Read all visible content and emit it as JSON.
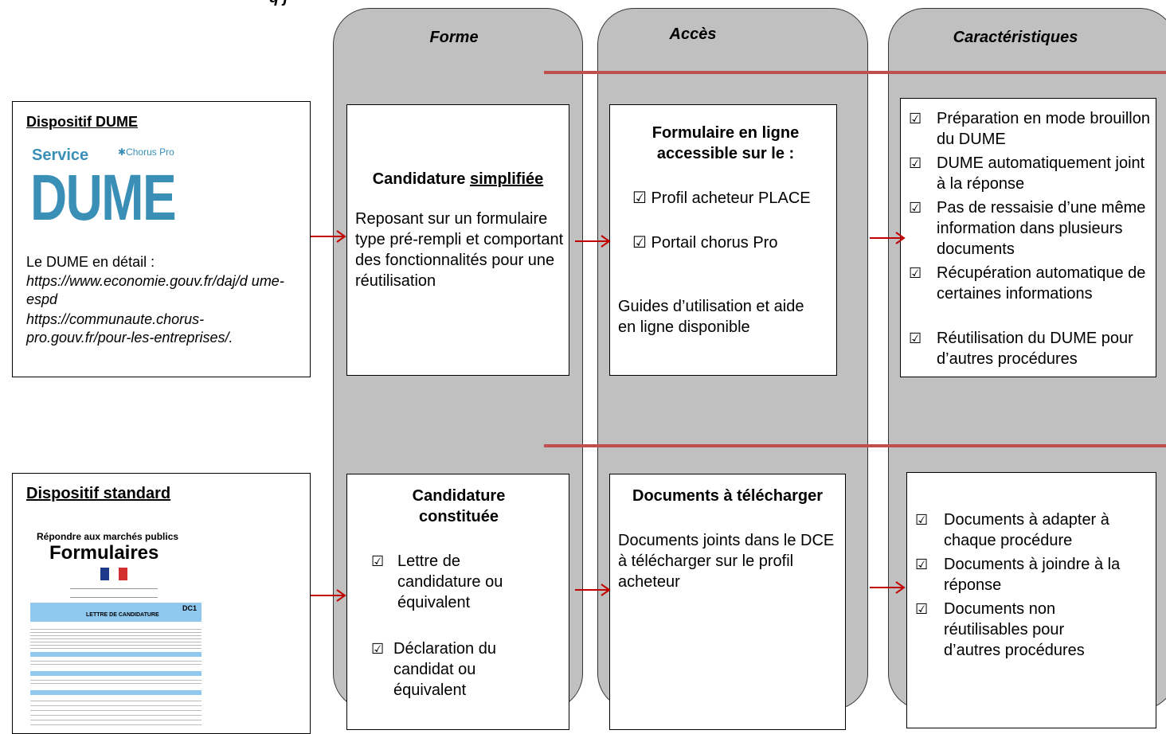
{
  "top_fragment": "q j",
  "columns": {
    "forme": "Forme",
    "acces": "Accès",
    "caracteristiques": "Caractéristiques"
  },
  "dume": {
    "title": "Dispositif DUME",
    "logo_service": "Service",
    "logo_chorus": "Chorus Pro",
    "logo_dume": "DUME",
    "detail_label": "Le DUME en détail :",
    "link1": "https://www.economie.gouv.fr/daj/d ume-espd",
    "link2": "https://communaute.chorus-pro.gouv.fr/pour-les-entreprises/.",
    "forme_title_a": "Candidature ",
    "forme_title_b": "simplifiée",
    "forme_text": "Reposant sur un formulaire type pré-rempli et comportant des fonctionnalités pour une réutilisation",
    "acces_title": "Formulaire en ligne accessible sur le :",
    "acces_items": [
      "Profil acheteur PLACE",
      "Portail chorus Pro"
    ],
    "acces_footer": "Guides d’utilisation et aide en ligne disponible",
    "carac_items": [
      "Préparation en mode brouillon du DUME",
      "DUME automatiquement joint à la réponse",
      "Pas de ressaisie d’une même information dans plusieurs documents",
      "Récupération automatique de certaines informations",
      "Réutilisation du DUME pour d’autres procédures"
    ]
  },
  "standard": {
    "title": "Dispositif standard",
    "img_line1": "Répondre aux marchés publics",
    "img_line2": "Formulaires",
    "img_doc_code": "DC1",
    "img_doc_title": "LETTRE DE CANDIDATURE",
    "forme_title": "Candidature constituée",
    "forme_items": [
      "Lettre de candidature ou équivalent",
      "Déclaration du candidat ou équivalent"
    ],
    "acces_title": "Documents à télécharger",
    "acces_text": "Documents joints dans le DCE à télécharger sur le profil acheteur",
    "carac_items": [
      "Documents à adapter à chaque procédure",
      "Documents à joindre à la réponse",
      "Documents non réutilisables pour d’autres procédures"
    ]
  },
  "colors": {
    "column_bg": "#c0c0c0",
    "separator": "#c0504d",
    "arrow": "#c00000",
    "logo_blue": "#3a8fb7"
  }
}
